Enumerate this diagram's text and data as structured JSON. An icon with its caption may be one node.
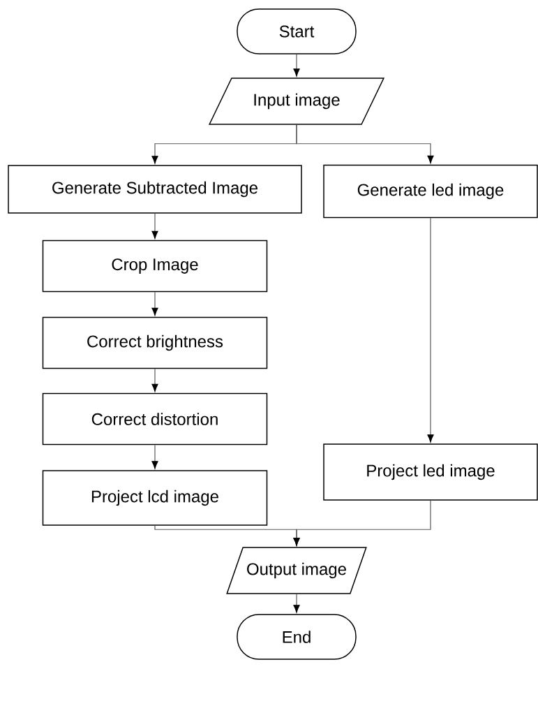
{
  "diagram": {
    "nodes": [
      {
        "text": [
          "Start"
        ]
      },
      {
        "text": [
          "Input image"
        ]
      },
      {
        "text": [
          "Generate Subtracted Image"
        ]
      },
      {
        "text": [
          "Generate led image"
        ]
      },
      {
        "text": [
          "Crop Image"
        ]
      },
      {
        "text": [
          "Correct brightness"
        ]
      },
      {
        "text": [
          "Correct distortion"
        ]
      },
      {
        "text": [
          "Project lcd image"
        ]
      },
      {
        "text": [
          "Project led image"
        ]
      },
      {
        "text": [
          "Output image"
        ]
      },
      {
        "text": [
          "End"
        ]
      }
    ],
    "edges": [
      {
        "from": 0,
        "to": 1,
        "arrow": "to"
      },
      {
        "from": 1,
        "to": 2,
        "arrow": "to"
      },
      {
        "from": 1,
        "to": 3,
        "arrow": "to"
      },
      {
        "from": 2,
        "to": 4,
        "arrow": "to"
      },
      {
        "from": 4,
        "to": 5,
        "arrow": "to"
      },
      {
        "from": 5,
        "to": 6,
        "arrow": "to"
      },
      {
        "from": 6,
        "to": 7,
        "arrow": "to"
      },
      {
        "from": 3,
        "to": 8,
        "arrow": "to"
      },
      {
        "from": 7,
        "to": 9,
        "arrow": "to"
      },
      {
        "from": 8,
        "to": 9,
        "arrow": "to"
      },
      {
        "from": 9,
        "to": 10,
        "arrow": "to"
      }
    ]
  }
}
